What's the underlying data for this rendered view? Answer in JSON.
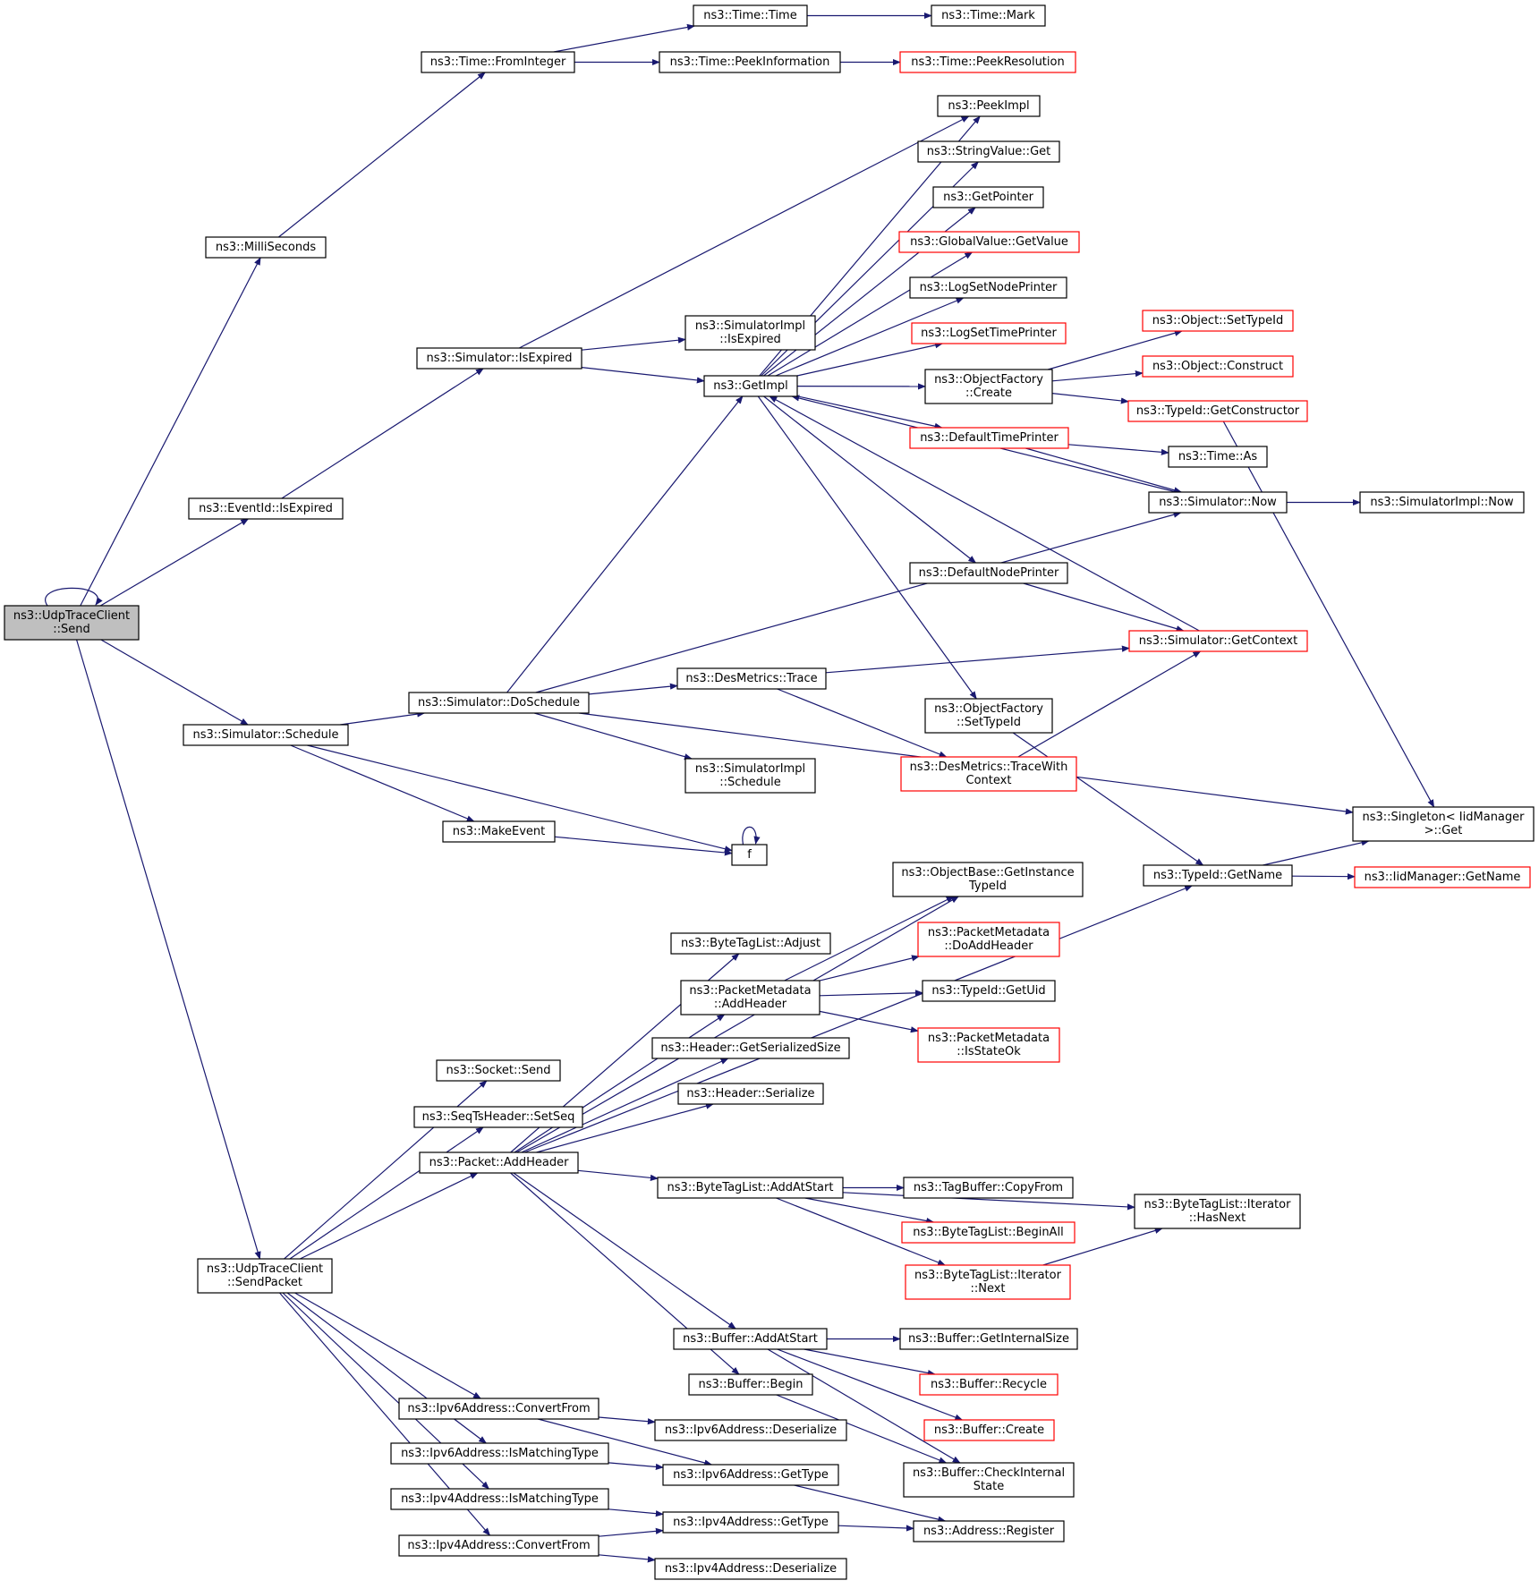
{
  "diagram": {
    "colors": {
      "edge": "#191970",
      "node_border": "#000000",
      "node_border_incomplete": "#ff0000",
      "root_fill": "#bfbfbf",
      "background": "#ffffff"
    },
    "nodes": [
      {
        "id": "send",
        "lines": [
          "ns3::UdpTraceClient",
          "::Send"
        ],
        "root": true
      },
      {
        "id": "milliseconds",
        "lines": [
          "ns3::MilliSeconds"
        ]
      },
      {
        "id": "frominteger",
        "lines": [
          "ns3::Time::FromInteger"
        ]
      },
      {
        "id": "time_time",
        "lines": [
          "ns3::Time::Time"
        ]
      },
      {
        "id": "time_mark",
        "lines": [
          "ns3::Time::Mark"
        ]
      },
      {
        "id": "peekinformation",
        "lines": [
          "ns3::Time::PeekInformation"
        ]
      },
      {
        "id": "peekresolution",
        "lines": [
          "ns3::Time::PeekResolution"
        ],
        "red": true
      },
      {
        "id": "eventid_isexpired",
        "lines": [
          "ns3::EventId::IsExpired"
        ]
      },
      {
        "id": "sim_isexpired",
        "lines": [
          "ns3::Simulator::IsExpired"
        ]
      },
      {
        "id": "simimpl_isexpired",
        "lines": [
          "ns3::SimulatorImpl",
          "::IsExpired"
        ]
      },
      {
        "id": "getimpl",
        "lines": [
          "ns3::GetImpl"
        ]
      },
      {
        "id": "peekimpl",
        "lines": [
          "ns3::PeekImpl"
        ]
      },
      {
        "id": "stringvalue_get",
        "lines": [
          "ns3::StringValue::Get"
        ]
      },
      {
        "id": "getpointer",
        "lines": [
          "ns3::GetPointer"
        ]
      },
      {
        "id": "globalvalue_getvalue",
        "lines": [
          "ns3::GlobalValue::GetValue"
        ],
        "red": true
      },
      {
        "id": "logsetnodeprinter",
        "lines": [
          "ns3::LogSetNodePrinter"
        ]
      },
      {
        "id": "logsettimeprinter",
        "lines": [
          "ns3::LogSetTimePrinter"
        ],
        "red": true
      },
      {
        "id": "objectfactory_create",
        "lines": [
          "ns3::ObjectFactory",
          "::Create"
        ]
      },
      {
        "id": "object_settypeid",
        "lines": [
          "ns3::Object::SetTypeId"
        ],
        "red": true
      },
      {
        "id": "object_construct",
        "lines": [
          "ns3::Object::Construct"
        ],
        "red": true
      },
      {
        "id": "typeid_getconstructor",
        "lines": [
          "ns3::TypeId::GetConstructor"
        ],
        "red": true
      },
      {
        "id": "defaulttimeprinter",
        "lines": [
          "ns3::DefaultTimePrinter"
        ],
        "red": true
      },
      {
        "id": "time_as",
        "lines": [
          "ns3::Time::As"
        ]
      },
      {
        "id": "simulator_now",
        "lines": [
          "ns3::Simulator::Now"
        ]
      },
      {
        "id": "simimpl_now",
        "lines": [
          "ns3::SimulatorImpl::Now"
        ]
      },
      {
        "id": "defaultnodeprinter",
        "lines": [
          "ns3::DefaultNodePrinter"
        ]
      },
      {
        "id": "simulator_getcontext",
        "lines": [
          "ns3::Simulator::GetContext"
        ],
        "red": true
      },
      {
        "id": "desmetrics_trace",
        "lines": [
          "ns3::DesMetrics::Trace"
        ]
      },
      {
        "id": "sim_doschedule",
        "lines": [
          "ns3::Simulator::DoSchedule"
        ]
      },
      {
        "id": "sim_schedule",
        "lines": [
          "ns3::Simulator::Schedule"
        ]
      },
      {
        "id": "objectfactory_settypeid",
        "lines": [
          "ns3::ObjectFactory",
          "::SetTypeId"
        ]
      },
      {
        "id": "desmetrics_tracewithcontext",
        "lines": [
          "ns3::DesMetrics::TraceWith",
          "Context"
        ],
        "red": true
      },
      {
        "id": "simimpl_schedule",
        "lines": [
          "ns3::SimulatorImpl",
          "::Schedule"
        ]
      },
      {
        "id": "singleton_get",
        "lines": [
          "ns3::Singleton< IidManager",
          " >::Get"
        ]
      },
      {
        "id": "makeevent",
        "lines": [
          "ns3::MakeEvent"
        ]
      },
      {
        "id": "f",
        "lines": [
          "f"
        ]
      },
      {
        "id": "typeid_getname",
        "lines": [
          "ns3::TypeId::GetName"
        ]
      },
      {
        "id": "iidmanager_getname",
        "lines": [
          "ns3::IidManager::GetName"
        ],
        "red": true
      },
      {
        "id": "objectbase_getinstancetypeid",
        "lines": [
          "ns3::ObjectBase::GetInstance",
          "TypeId"
        ]
      },
      {
        "id": "bytetaglist_adjust",
        "lines": [
          "ns3::ByteTagList::Adjust"
        ]
      },
      {
        "id": "pm_doaddheader",
        "lines": [
          "ns3::PacketMetadata",
          "::DoAddHeader"
        ],
        "red": true
      },
      {
        "id": "pm_addheader",
        "lines": [
          "ns3::PacketMetadata",
          "::AddHeader"
        ]
      },
      {
        "id": "typeid_getuid",
        "lines": [
          "ns3::TypeId::GetUid"
        ]
      },
      {
        "id": "header_getserializedsize",
        "lines": [
          "ns3::Header::GetSerializedSize"
        ]
      },
      {
        "id": "pm_isstateok",
        "lines": [
          "ns3::PacketMetadata",
          "::IsStateOk"
        ],
        "red": true
      },
      {
        "id": "socket_send",
        "lines": [
          "ns3::Socket::Send"
        ]
      },
      {
        "id": "header_serialize",
        "lines": [
          "ns3::Header::Serialize"
        ]
      },
      {
        "id": "seqts_setseq",
        "lines": [
          "ns3::SeqTsHeader::SetSeq"
        ]
      },
      {
        "id": "packet_addheader",
        "lines": [
          "ns3::Packet::AddHeader"
        ]
      },
      {
        "id": "btl_addatstart",
        "lines": [
          "ns3::ByteTagList::AddAtStart"
        ]
      },
      {
        "id": "tagbuffer_copyfrom",
        "lines": [
          "ns3::TagBuffer::CopyFrom"
        ]
      },
      {
        "id": "btl_iter_hasnext",
        "lines": [
          "ns3::ByteTagList::Iterator",
          "::HasNext"
        ]
      },
      {
        "id": "btl_beginall",
        "lines": [
          "ns3::ByteTagList::BeginAll"
        ],
        "red": true
      },
      {
        "id": "btl_iter_next",
        "lines": [
          "ns3::ByteTagList::Iterator",
          "::Next"
        ],
        "red": true
      },
      {
        "id": "sendpacket",
        "lines": [
          "ns3::UdpTraceClient",
          "::SendPacket"
        ]
      },
      {
        "id": "buffer_addatstart",
        "lines": [
          "ns3::Buffer::AddAtStart"
        ]
      },
      {
        "id": "buffer_getinternalsize",
        "lines": [
          "ns3::Buffer::GetInternalSize"
        ]
      },
      {
        "id": "buffer_begin",
        "lines": [
          "ns3::Buffer::Begin"
        ]
      },
      {
        "id": "buffer_recycle",
        "lines": [
          "ns3::Buffer::Recycle"
        ],
        "red": true
      },
      {
        "id": "ipv6_convertfrom",
        "lines": [
          "ns3::Ipv6Address::ConvertFrom"
        ]
      },
      {
        "id": "ipv6_deserialize",
        "lines": [
          "ns3::Ipv6Address::Deserialize"
        ]
      },
      {
        "id": "buffer_create",
        "lines": [
          "ns3::Buffer::Create"
        ],
        "red": true
      },
      {
        "id": "ipv6_ismatchingtype",
        "lines": [
          "ns3::Ipv6Address::IsMatchingType"
        ]
      },
      {
        "id": "ipv6_gettype",
        "lines": [
          "ns3::Ipv6Address::GetType"
        ]
      },
      {
        "id": "buffer_checkinternalstate",
        "lines": [
          "ns3::Buffer::CheckInternal",
          "State"
        ]
      },
      {
        "id": "ipv4_ismatchingtype",
        "lines": [
          "ns3::Ipv4Address::IsMatchingType"
        ]
      },
      {
        "id": "ipv4_gettype",
        "lines": [
          "ns3::Ipv4Address::GetType"
        ]
      },
      {
        "id": "address_register",
        "lines": [
          "ns3::Address::Register"
        ]
      },
      {
        "id": "ipv4_convertfrom",
        "lines": [
          "ns3::Ipv4Address::ConvertFrom"
        ]
      },
      {
        "id": "ipv4_deserialize",
        "lines": [
          "ns3::Ipv4Address::Deserialize"
        ]
      }
    ]
  }
}
